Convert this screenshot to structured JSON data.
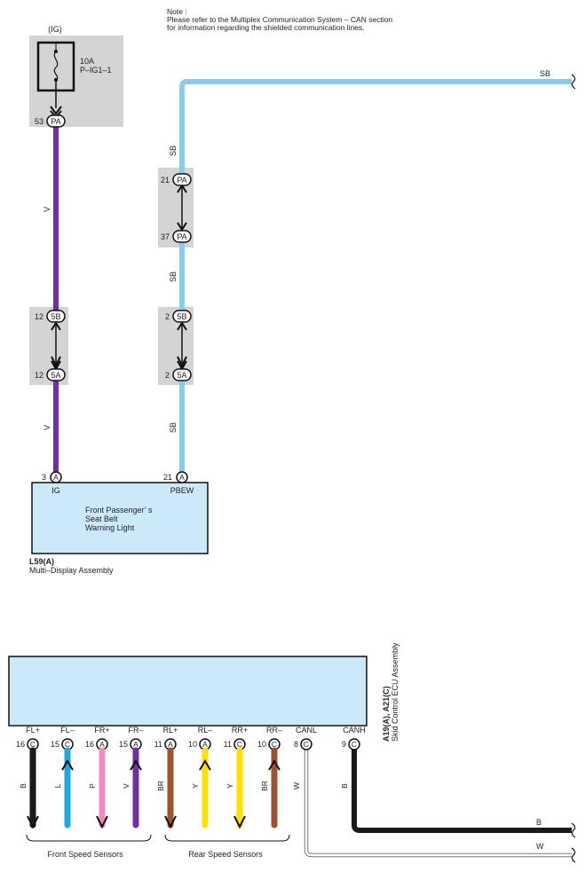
{
  "note": {
    "line1": "Note :",
    "line2": "Please refer to the Multiplex Communication System – CAN section",
    "line3": "for information regarding the shielded communication lines."
  },
  "fuse": {
    "supply": "(IG)",
    "rating": "10A",
    "name": "P–IG1–1",
    "connector_pin": "53",
    "connector": "PA"
  },
  "wire_colors": {
    "V": "#7030a0",
    "SB": "#87cdf0",
    "B": "#1a1a1a",
    "L": "#1fa8e0",
    "P": "#f08ac0",
    "BR": "#a0522d",
    "Y": "#ffe000",
    "W": "#ffffff"
  },
  "left_circuit": {
    "wire_upper": "V",
    "wire_lower": "V",
    "junction": {
      "top_pin": "12",
      "top_conn": "5B",
      "bottom_pin": "12",
      "bottom_conn": "5A"
    },
    "terminal_pin": "3",
    "terminal_conn": "A",
    "terminal_label": "IG"
  },
  "right_circuit": {
    "wire_top_label": "SB",
    "wire_1": "SB",
    "wire_2": "SB",
    "wire_3": "SB",
    "junction_pa": {
      "top_pin": "21",
      "top_conn": "PA",
      "bottom_pin": "37",
      "bottom_conn": "PA"
    },
    "junction_5": {
      "top_pin": "2",
      "top_conn": "5B",
      "bottom_pin": "2",
      "bottom_conn": "5A"
    },
    "terminal_pin": "21",
    "terminal_conn": "A",
    "terminal_label": "PBEW"
  },
  "multi_display": {
    "inner_line1": "Front Passenger’ s",
    "inner_line2": "Seat Belt",
    "inner_line3": "Warning Light",
    "code": "L59(A)",
    "name": "Multi–Display Assembly"
  },
  "skid_ecu": {
    "code": "A19(A), A21(C)",
    "name": "Skid Control ECU Assembly",
    "terminals": [
      {
        "label": "FL+",
        "pin": "16",
        "conn": "C",
        "wire": "B"
      },
      {
        "label": "FL–",
        "pin": "15",
        "conn": "C",
        "wire": "L"
      },
      {
        "label": "FR+",
        "pin": "16",
        "conn": "A",
        "wire": "P"
      },
      {
        "label": "FR–",
        "pin": "15",
        "conn": "A",
        "wire": "V"
      },
      {
        "label": "RL+",
        "pin": "11",
        "conn": "A",
        "wire": "BR"
      },
      {
        "label": "RL–",
        "pin": "10",
        "conn": "A",
        "wire": "Y"
      },
      {
        "label": "RR+",
        "pin": "11",
        "conn": "C",
        "wire": "Y"
      },
      {
        "label": "RR–",
        "pin": "10",
        "conn": "C",
        "wire": "BR"
      },
      {
        "label": "CANL",
        "pin": "8",
        "conn": "C",
        "wire": "W"
      },
      {
        "label": "CANH",
        "pin": "9",
        "conn": "C",
        "wire": "B"
      }
    ],
    "front_group": "Front Speed Sensors",
    "rear_group": "Rear Speed Sensors",
    "canh_out": "B",
    "canl_out": "W"
  }
}
